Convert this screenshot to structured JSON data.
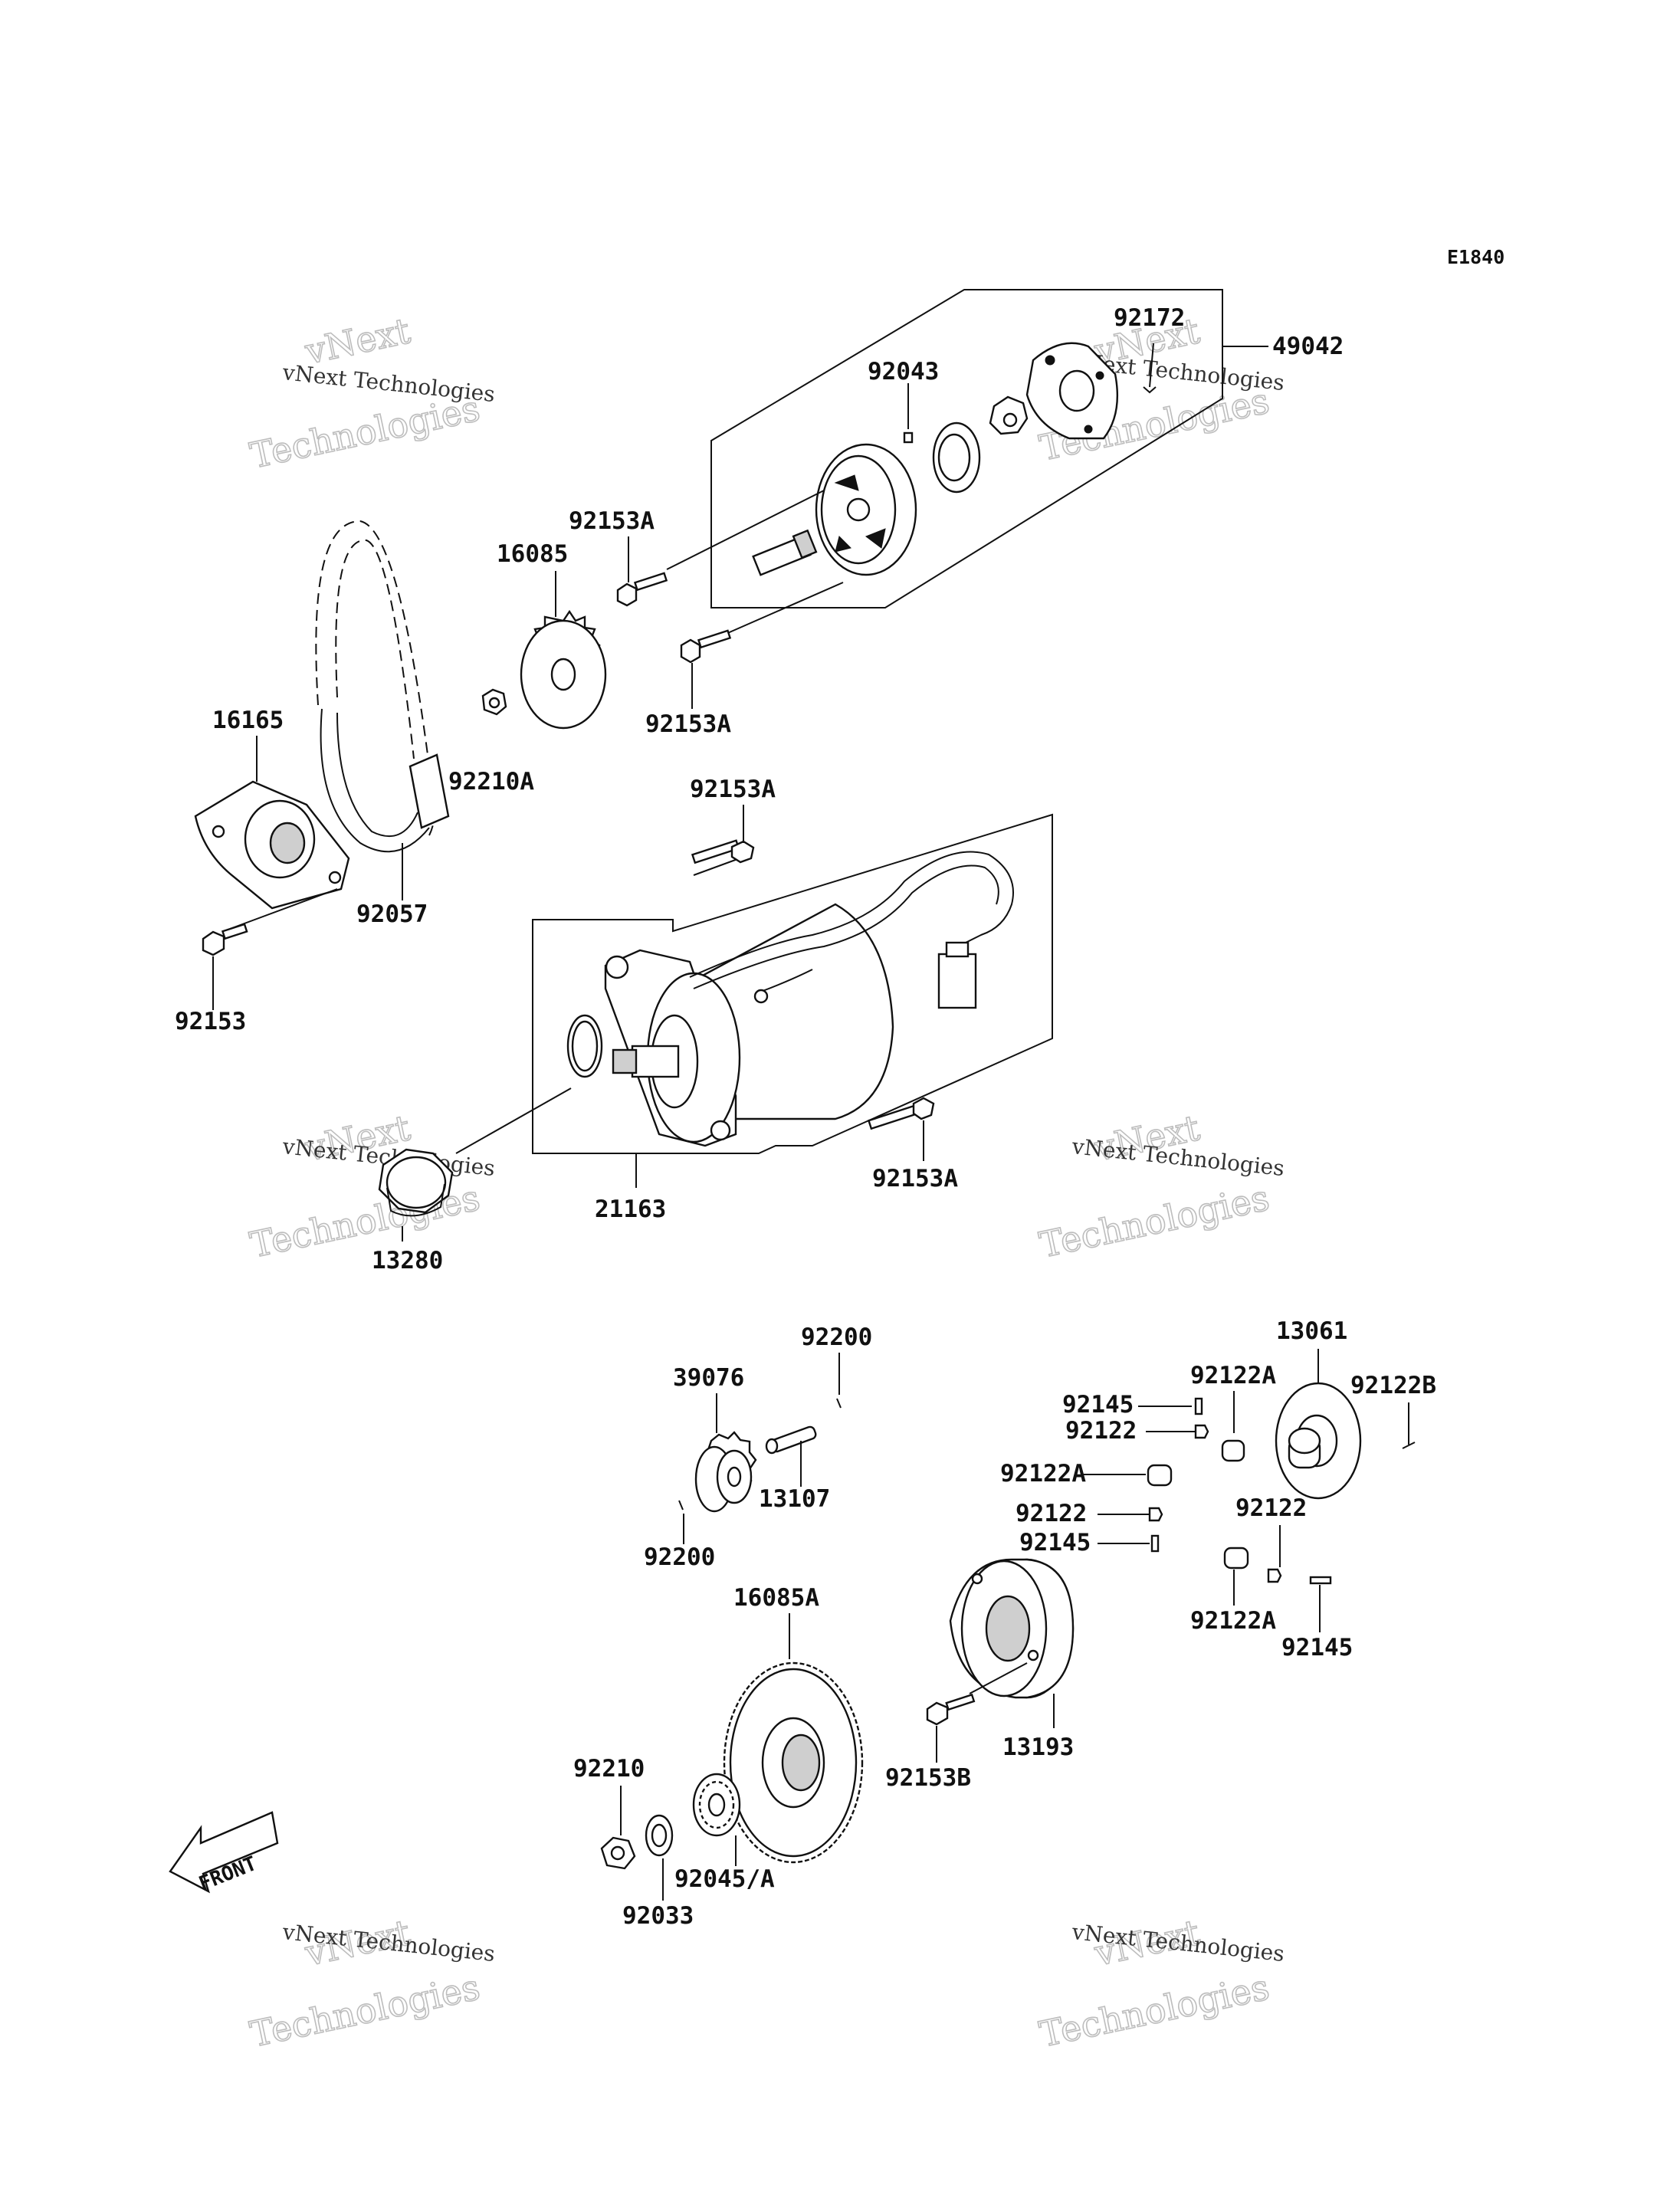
{
  "diagram_code": "E1840",
  "front_label": "FRONT",
  "watermark": {
    "line1": "vNext",
    "line2": "vNext Technologies",
    "line3": "Technologies"
  },
  "parts": {
    "p49042": "49042",
    "p92172": "92172",
    "p92043": "92043",
    "p92153A_top": "92153A",
    "p92153A_mid": "92153A",
    "p92153A_motor_top": "92153A",
    "p92153A_motor_bottom": "92153A",
    "p16085": "16085",
    "p16165": "16165",
    "p92210A": "92210A",
    "p92057": "92057",
    "p92153": "92153",
    "p21163": "21163",
    "p13280": "13280",
    "p92200_top": "92200",
    "p39076": "39076",
    "p13107": "13107",
    "p92200_bottom": "92200",
    "p16085A": "16085A",
    "p92210": "92210",
    "p92033": "92033",
    "p92045A": "92045/A",
    "p92153B": "92153B",
    "p13193": "13193",
    "p13061": "13061",
    "p92122A_1": "92122A",
    "p92122B": "92122B",
    "p92145_1": "92145",
    "p92122_1": "92122",
    "p92122A_2": "92122A",
    "p92122_2": "92122",
    "p92145_2": "92145",
    "p92122_3": "92122",
    "p92122A_3": "92122A",
    "p92145_3": "92145"
  }
}
